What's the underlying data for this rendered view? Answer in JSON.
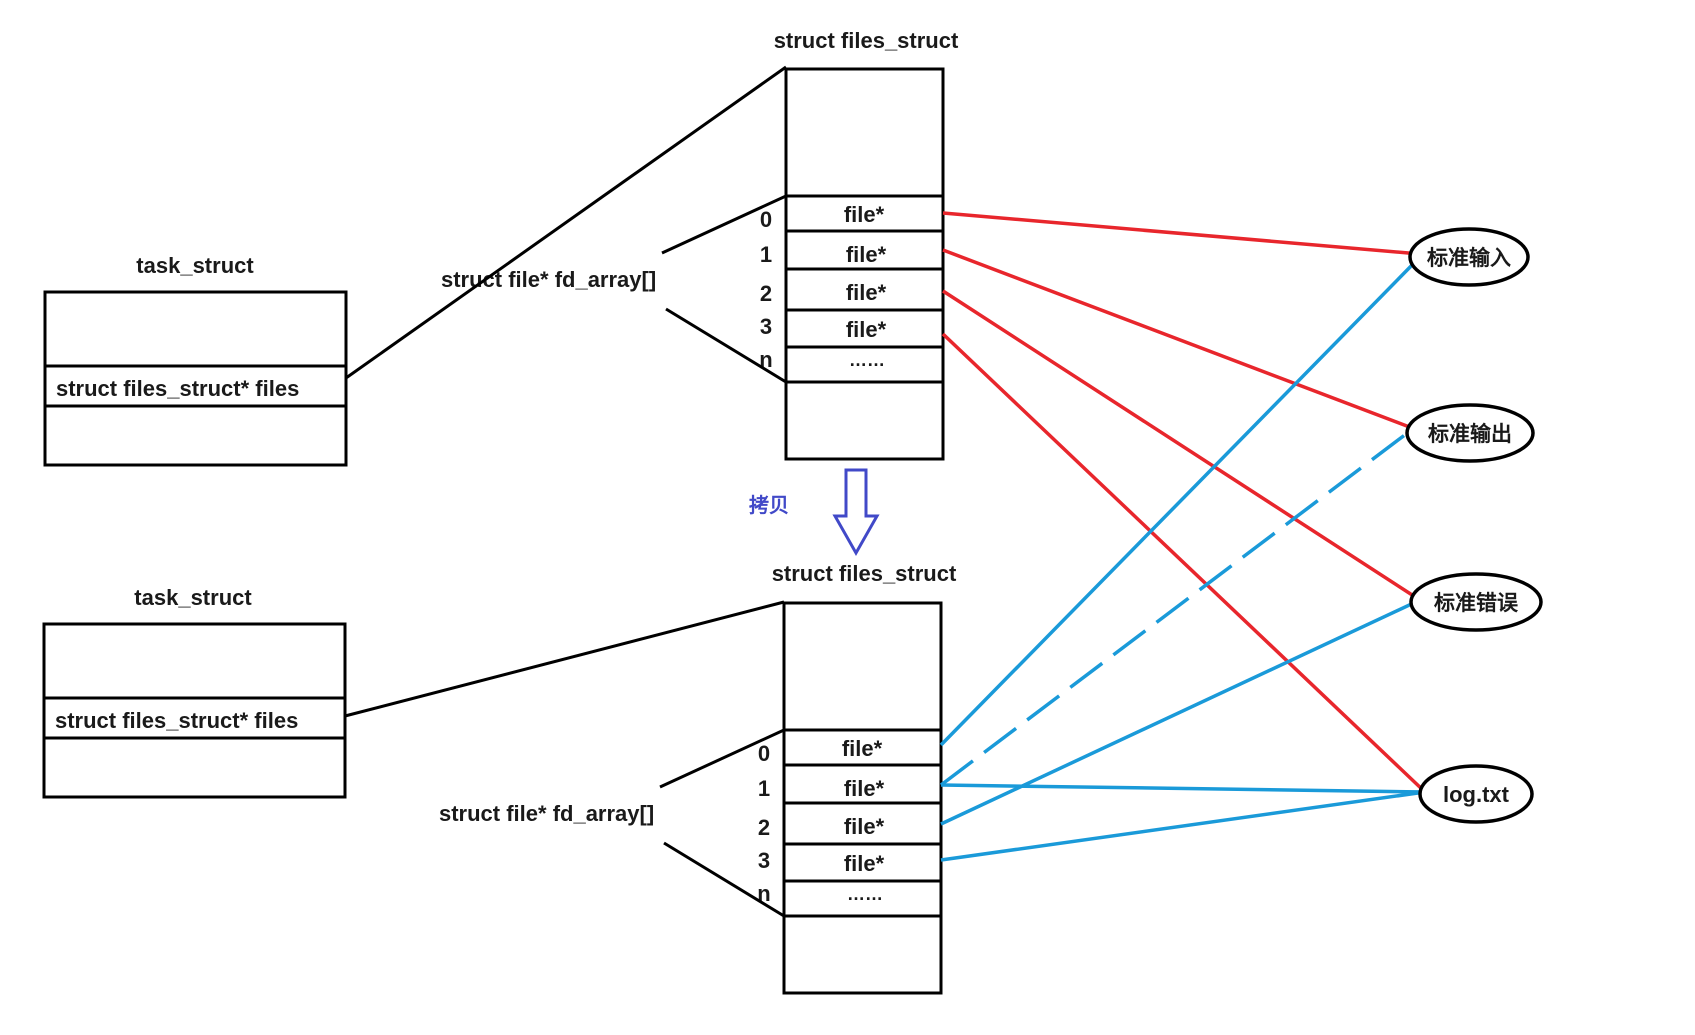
{
  "colors": {
    "red_link": "#e8262c",
    "blue_link": "#1a9ad9",
    "copy_arrow": "#4149c8",
    "stroke": "#000000",
    "text": "#1a1a1a"
  },
  "top": {
    "task_struct_title": "task_struct",
    "task_field": "struct files_struct* files",
    "files_struct_title": "struct files_struct",
    "fd_array_label": "struct file* fd_array[]",
    "indices": [
      "0",
      "1",
      "2",
      "3",
      "n"
    ],
    "cells": [
      "file*",
      "file*",
      "file*",
      "file*",
      "……"
    ]
  },
  "copy": {
    "label": "拷贝",
    "arrow_icon": "down-arrow-icon"
  },
  "bottom": {
    "task_struct_title": "task_struct",
    "task_field": "struct files_struct* files",
    "files_struct_title": "struct files_struct",
    "fd_array_label": "struct file* fd_array[]",
    "indices": [
      "0",
      "1",
      "2",
      "3",
      "n"
    ],
    "cells": [
      "file*",
      "file*",
      "file*",
      "file*",
      "……"
    ]
  },
  "targets": {
    "stdin": "标准输入",
    "stdout": "标准输出",
    "stderr": "标准错误",
    "logfile": "log.txt"
  }
}
